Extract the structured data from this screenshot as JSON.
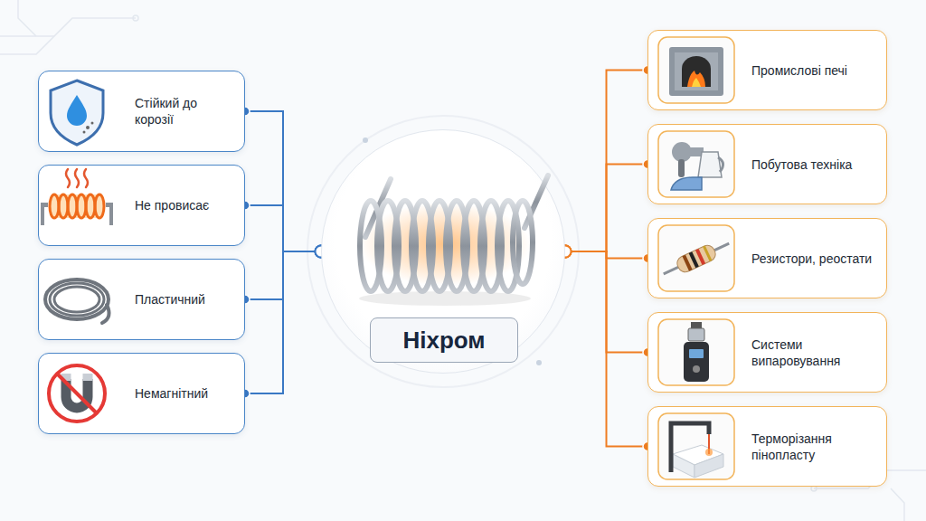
{
  "diagram": {
    "nodes": [
      {
        "text": [
          "Стійкий до корозії"
        ]
      },
      {
        "text": [
          "Не провисає"
        ]
      },
      {
        "text": [
          "Пластичний"
        ]
      },
      {
        "text": [
          "Немагнітний"
        ]
      },
      {
        "text": [
          "Ніхром"
        ]
      },
      {
        "text": [
          "Промислові печі"
        ]
      },
      {
        "text": [
          "Побутова техніка"
        ]
      },
      {
        "text": [
          "Резистори, реостати"
        ]
      },
      {
        "text": [
          "Системи випаровування"
        ]
      },
      {
        "text": [
          "Терморізання пінопласту"
        ]
      }
    ],
    "edges": [
      {
        "from": 0,
        "to": 4,
        "arrow": "none"
      },
      {
        "from": 1,
        "to": 4,
        "arrow": "none"
      },
      {
        "from": 2,
        "to": 4,
        "arrow": "none"
      },
      {
        "from": 3,
        "to": 4,
        "arrow": "none"
      },
      {
        "from": 4,
        "to": 5,
        "arrow": "none"
      },
      {
        "from": 4,
        "to": 6,
        "arrow": "none"
      },
      {
        "from": 4,
        "to": 7,
        "arrow": "none"
      },
      {
        "from": 4,
        "to": 8,
        "arrow": "none"
      },
      {
        "from": 4,
        "to": 9,
        "arrow": "none"
      }
    ]
  }
}
